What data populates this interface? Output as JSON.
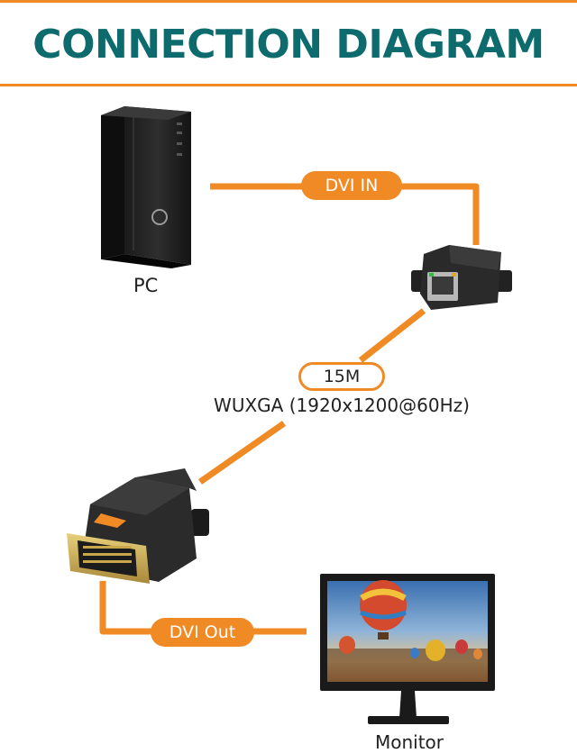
{
  "header": {
    "title": "CONNECTION DIAGRAM"
  },
  "colors": {
    "accent": "#f08a24",
    "title": "#0d6b6e"
  },
  "devices": {
    "pc": {
      "label": "PC",
      "icon": "pc-tower-icon"
    },
    "transmitter": {
      "icon": "rj45-dvi-adapter-icon"
    },
    "receiver": {
      "icon": "dvi-adapter-icon"
    },
    "monitor": {
      "label": "Monitor",
      "icon": "monitor-icon"
    }
  },
  "links": {
    "dvi_in": "DVI IN",
    "distance": "15M",
    "resolution": "WUXGA (1920x1200@60Hz)",
    "dvi_out": "DVI Out"
  }
}
